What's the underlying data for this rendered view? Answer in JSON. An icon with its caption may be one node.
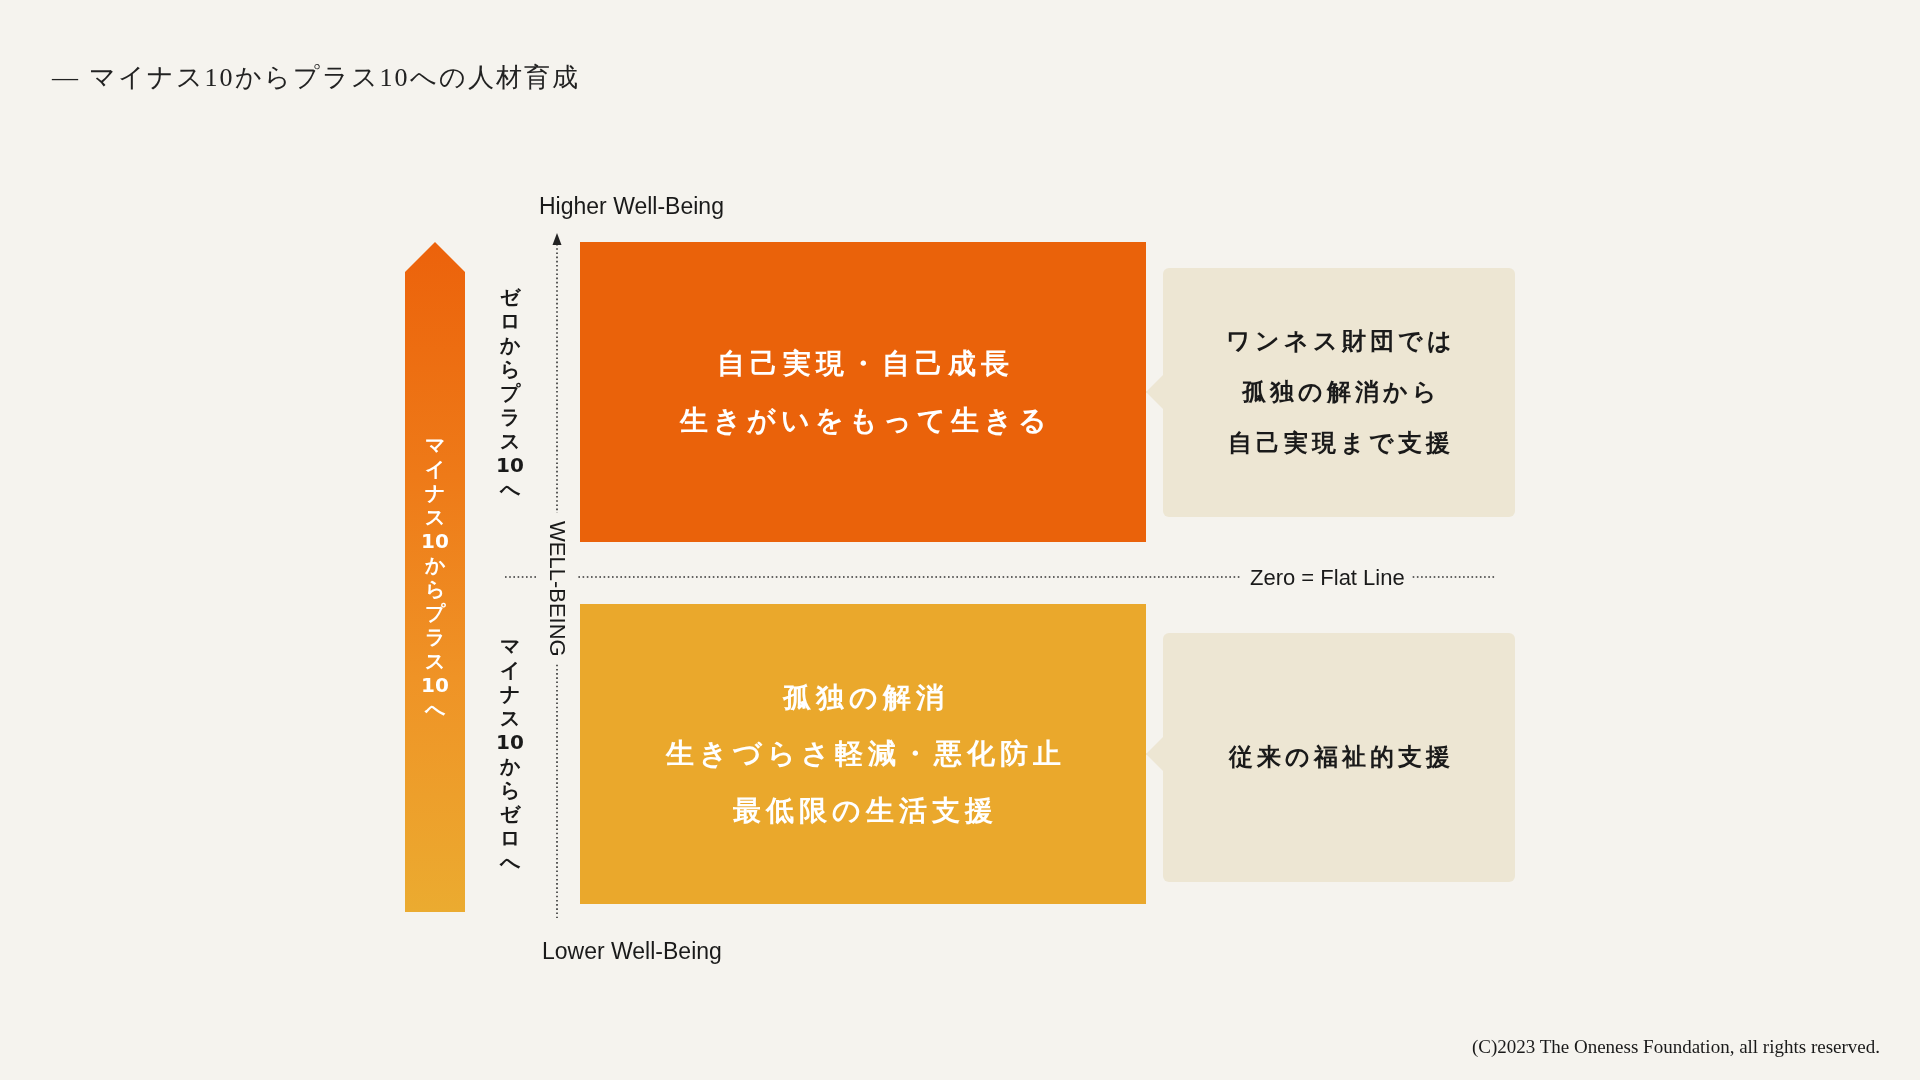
{
  "diagram": {
    "title": "— マイナス10からプラス10への人材育成",
    "nodes": [
      {
        "text": [
          "マイナス10からプラス10へ"
        ]
      },
      {
        "text": [
          "自己実現・自己成長",
          "生きがいをもって生きる"
        ]
      },
      {
        "text": [
          "ワンネス財団では",
          "孤独の解消から",
          "自己実現まで支援"
        ]
      },
      {
        "text": [
          "孤独の解消",
          "生きづらさ軽減・悪化防止",
          "最低限の生活支援"
        ]
      },
      {
        "text": [
          "従来の福祉的支援"
        ]
      }
    ],
    "edges": [
      {
        "from": 2,
        "to": 1,
        "arrow": "to"
      },
      {
        "from": 4,
        "to": 3,
        "arrow": "to"
      }
    ],
    "labels": [
      "Higher Well-Being",
      "ゼロからプラス10へ",
      "WELL-BEING",
      "Zero = Flat Line",
      "マイナス10からゼロへ",
      "Lower Well-Being",
      "(C)2023 The Oneness Foundation, all rights reserved."
    ]
  }
}
